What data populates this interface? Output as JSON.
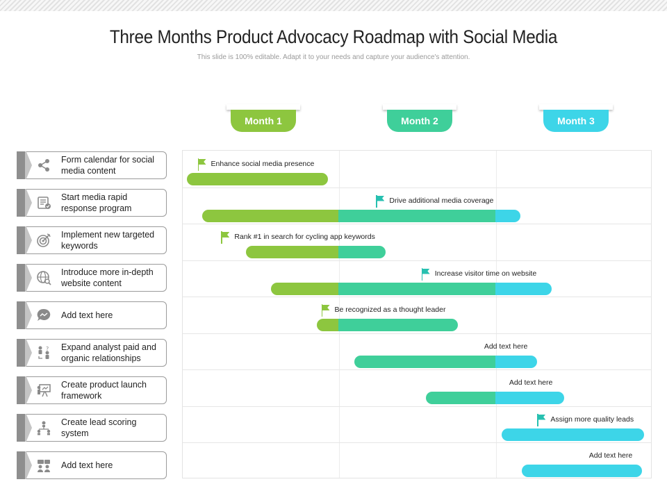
{
  "header": {
    "title": "Three Months Product Advocacy Roadmap with Social Media",
    "subtitle": "This slide is 100% editable. Adapt it to your needs and capture your audience's attention."
  },
  "colors": {
    "green": "#8dc63f",
    "teal": "#3fcf9a",
    "cyan": "#3dd5e8",
    "flag_teal": "#27c0b0",
    "icon": "#8a8a8a"
  },
  "months": [
    {
      "label": "Month 1",
      "color": "#8dc63f"
    },
    {
      "label": "Month 2",
      "color": "#3fcf9a"
    },
    {
      "label": "Month 3",
      "color": "#3dd5e8"
    }
  ],
  "tasks": [
    {
      "label": "Form calendar for social media content",
      "icon": "share-icon"
    },
    {
      "label": "Start media rapid response program",
      "icon": "document-check-icon"
    },
    {
      "label": "Implement new targeted keywords",
      "icon": "target-icon"
    },
    {
      "label": "Introduce more in-depth website content",
      "icon": "globe-search-icon"
    },
    {
      "label": "Add text here",
      "icon": "chat-bubble-icon"
    },
    {
      "label": "Expand analyst paid and organic relationships",
      "icon": "people-exchange-icon"
    },
    {
      "label": "Create product launch framework",
      "icon": "presentation-icon"
    },
    {
      "label": "Create lead scoring system",
      "icon": "hierarchy-icon"
    },
    {
      "label": "Add text here",
      "icon": "team-icon"
    }
  ],
  "chart_data": {
    "type": "gantt",
    "periods": [
      "Month 1",
      "Month 2",
      "Month 3"
    ],
    "rows": [
      {
        "task": "Form calendar for social media content",
        "start": 0.03,
        "end": 0.93,
        "milestone": "Enhance social media presence",
        "milestone_at": 0.1,
        "flag": true,
        "flag_color": "#8dc63f"
      },
      {
        "task": "Start media rapid response program",
        "start": 0.13,
        "end": 2.16,
        "milestone": "Drive additional media coverage",
        "milestone_at": 1.24,
        "flag": true,
        "flag_color": "#27c0b0"
      },
      {
        "task": "Implement new targeted keywords",
        "start": 0.41,
        "end": 1.3,
        "milestone": "Rank #1 in search for cycling app keywords",
        "milestone_at": 0.25,
        "flag": true,
        "flag_color": "#8dc63f"
      },
      {
        "task": "Introduce more in-depth website content",
        "start": 0.57,
        "end": 2.36,
        "milestone": "Increase visitor time on website",
        "milestone_at": 1.53,
        "flag": true,
        "flag_color": "#27c0b0"
      },
      {
        "task": "Add text here",
        "start": 0.86,
        "end": 1.76,
        "milestone": "Be recognized as a thought leader",
        "milestone_at": 0.89,
        "flag": true,
        "flag_color": "#8dc63f"
      },
      {
        "task": "Expand analyst paid and organic relationships",
        "start": 1.1,
        "end": 2.27,
        "milestone": "Add text here",
        "milestone_at": 1.93,
        "flag": false
      },
      {
        "task": "Create product launch framework",
        "start": 1.56,
        "end": 2.44,
        "milestone": "Add text here",
        "milestone_at": 2.09,
        "flag": false
      },
      {
        "task": "Create lead scoring system",
        "start": 2.04,
        "end": 2.95,
        "milestone": "Assign more quality leads",
        "milestone_at": 2.27,
        "flag": true,
        "flag_color": "#27c0b0"
      },
      {
        "task": "Add text here",
        "start": 2.17,
        "end": 2.94,
        "milestone": "Add text here",
        "milestone_at": 2.6,
        "flag": false
      }
    ]
  }
}
